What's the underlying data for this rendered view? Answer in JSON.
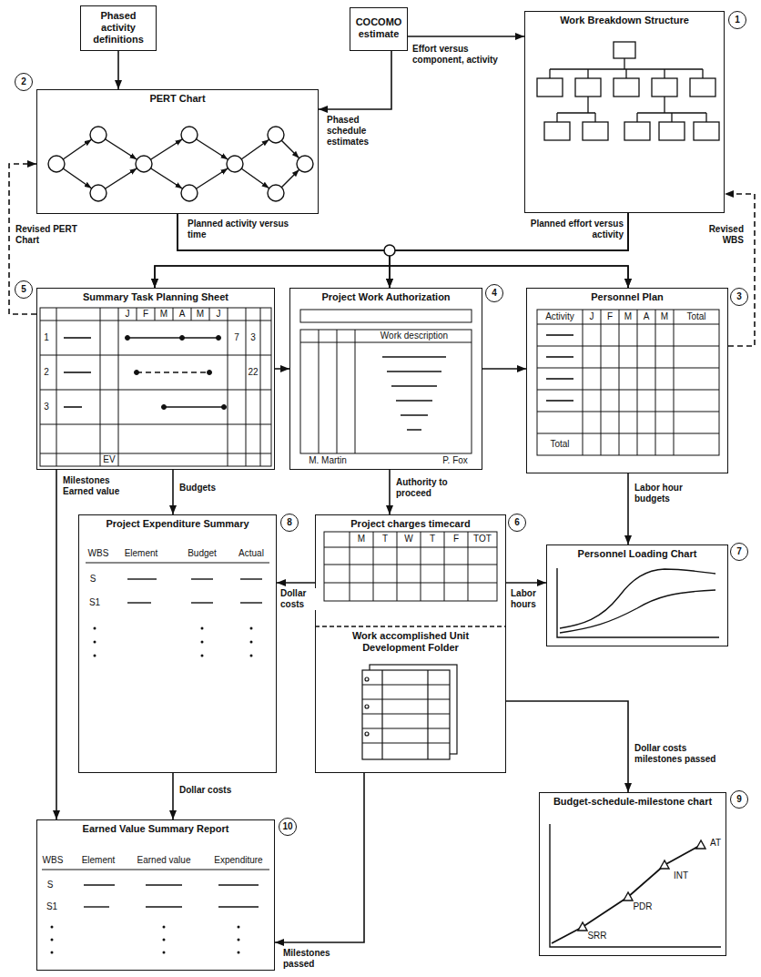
{
  "diagram": {
    "nodes": [
      {
        "text": [
          "Phased activity definitions"
        ]
      },
      {
        "text": [
          "COCOMO estimate"
        ]
      },
      {
        "text": [
          "PERT Chart"
        ]
      },
      {
        "text": [
          "Work Breakdown Structure"
        ]
      },
      {
        "text": [
          "Summary Task Planning Sheet"
        ]
      },
      {
        "text": [
          "Project Work Authorization"
        ]
      },
      {
        "text": [
          "Personnel Plan"
        ]
      },
      {
        "text": [
          "Project Expenditure Summary"
        ]
      },
      {
        "text": [
          "Project charges timecard",
          "Work accomplished Unit Development Folder"
        ]
      },
      {
        "text": [
          "Personnel Loading Chart"
        ]
      },
      {
        "text": [
          "Budget-schedule-milestone chart"
        ]
      },
      {
        "text": [
          "Earned Value Summary Report"
        ]
      }
    ],
    "edges": [
      {
        "from": 0,
        "to": 2,
        "arrow": "to"
      },
      {
        "from": 1,
        "to": 2,
        "label": "Phased schedule estimates",
        "arrow": "to"
      },
      {
        "from": 1,
        "to": 3,
        "label": "Effort versus component, activity",
        "arrow": "to"
      },
      {
        "from": 2,
        "to": 4,
        "label": "Planned activity versus time",
        "arrow": "to"
      },
      {
        "from": 2,
        "to": 5,
        "arrow": "to"
      },
      {
        "from": 2,
        "to": 6,
        "arrow": "to"
      },
      {
        "from": 3,
        "to": 4,
        "arrow": "to"
      },
      {
        "from": 3,
        "to": 5,
        "arrow": "to"
      },
      {
        "from": 3,
        "to": 6,
        "label": "Planned effort versus activity",
        "arrow": "to"
      },
      {
        "from": 6,
        "to": 3,
        "label": "Revised WBS",
        "arrow": "to"
      },
      {
        "from": 4,
        "to": 2,
        "label": "Revised PERT Chart",
        "arrow": "to"
      },
      {
        "from": 4,
        "to": 5,
        "arrow": "to"
      },
      {
        "from": 5,
        "to": 6,
        "arrow": "to"
      },
      {
        "from": 4,
        "to": 7,
        "label": "Budgets",
        "arrow": "to"
      },
      {
        "from": 4,
        "to": 11,
        "label": "Milestones Earned value",
        "arrow": "to"
      },
      {
        "from": 5,
        "to": 8,
        "label": "Authority to proceed",
        "arrow": "to"
      },
      {
        "from": 6,
        "to": 9,
        "label": "Labor hour budgets",
        "arrow": "to"
      },
      {
        "from": 8,
        "to": 7,
        "label": "Dollar costs",
        "arrow": "to"
      },
      {
        "from": 8,
        "to": 9,
        "label": "Labor hours",
        "arrow": "to"
      },
      {
        "from": 8,
        "to": 10,
        "label": "Dollar costs milestones passed",
        "arrow": "to"
      },
      {
        "from": 7,
        "to": 11,
        "label": "Dollar costs",
        "arrow": "to"
      },
      {
        "from": 8,
        "to": 11,
        "label": "Milestones passed",
        "arrow": "to"
      }
    ],
    "labels": [
      "1",
      "2",
      "3",
      "4",
      "5",
      "6",
      "7",
      "8",
      "9",
      "10",
      "J",
      "F",
      "M",
      "A",
      "M",
      "J",
      "1",
      "2",
      "3",
      "7",
      "3",
      "22",
      "EV",
      "Work description",
      "M. Martin",
      "P. Fox",
      "Activity",
      "J",
      "F",
      "M",
      "A",
      "M",
      "Total",
      "Total",
      "WBS",
      "Element",
      "Budget",
      "Actual",
      "S",
      "S1",
      "M",
      "T",
      "W",
      "T",
      "F",
      "TOT",
      "SRR",
      "PDR",
      "INT",
      "AT",
      "WBS",
      "Element",
      "Earned value",
      "Expenditure",
      "S",
      "S1"
    ]
  }
}
